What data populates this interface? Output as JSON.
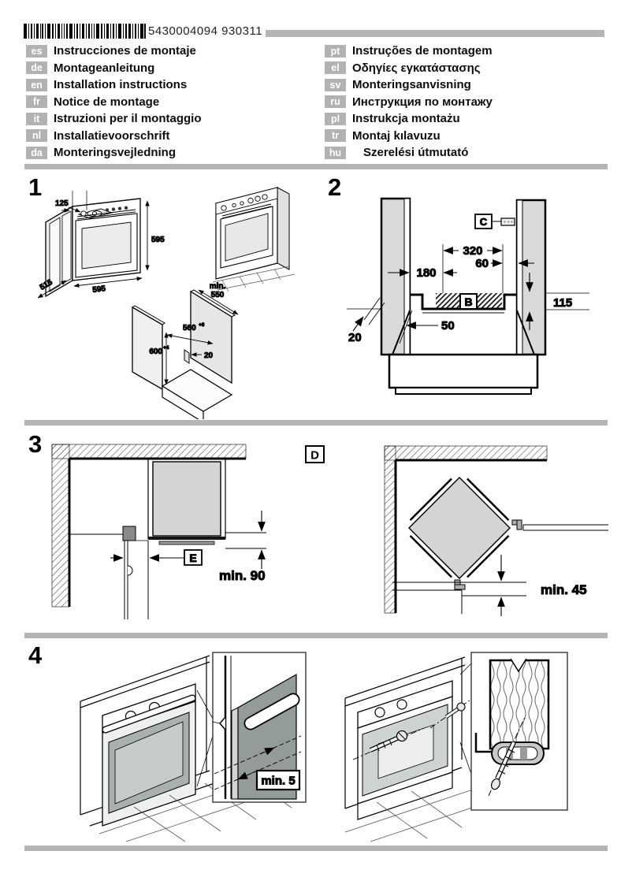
{
  "header": {
    "barcode_number": "5430004094 930311",
    "languages_left": [
      {
        "code": "es",
        "title": "Instrucciones de montaje"
      },
      {
        "code": "de",
        "title": "Montageanleitung"
      },
      {
        "code": "en",
        "title": "Installation instructions"
      },
      {
        "code": "fr",
        "title": "Notice de montage"
      },
      {
        "code": "it",
        "title": "Istruzioni per il montaggio"
      },
      {
        "code": "nl",
        "title": "Installatievoorschrift"
      },
      {
        "code": "da",
        "title": "Monteringsvejledning"
      }
    ],
    "languages_right": [
      {
        "code": "pt",
        "title": "Instruções de montagem"
      },
      {
        "code": "el",
        "title": "Οδηγίες εγκατάστασης"
      },
      {
        "code": "sv",
        "title": "Monteringsanvisning"
      },
      {
        "code": "ru",
        "title": "Инструкция по монтажу"
      },
      {
        "code": "pl",
        "title": "Instrukcja montażu"
      },
      {
        "code": "tr",
        "title": "Montaj kılavuzu"
      },
      {
        "code": "hu",
        "title": "Szerelési útmutató"
      }
    ]
  },
  "figures": {
    "fig1": {
      "number": "1",
      "dim_vent": "125",
      "dim_height": "595",
      "dim_depth": "515",
      "dim_width": "595",
      "niche_min_label": "min.",
      "niche_depth": "550",
      "niche_width": "560",
      "niche_width_tol": "+8",
      "niche_height": "600",
      "niche_height_tol": "+4",
      "niche_gap": "20"
    },
    "fig2": {
      "number": "2",
      "label_c": "C",
      "label_b": "B",
      "dim_320": "320",
      "dim_60": "60",
      "dim_180": "180",
      "dim_115": "115",
      "dim_50": "50",
      "dim_20": "20"
    },
    "fig3": {
      "number": "3",
      "label_d": "D",
      "label_e": "E",
      "dim_min90": "min. 90",
      "dim_min45": "min. 45"
    },
    "fig4": {
      "number": "4",
      "dim_min5": "min. 5"
    }
  }
}
